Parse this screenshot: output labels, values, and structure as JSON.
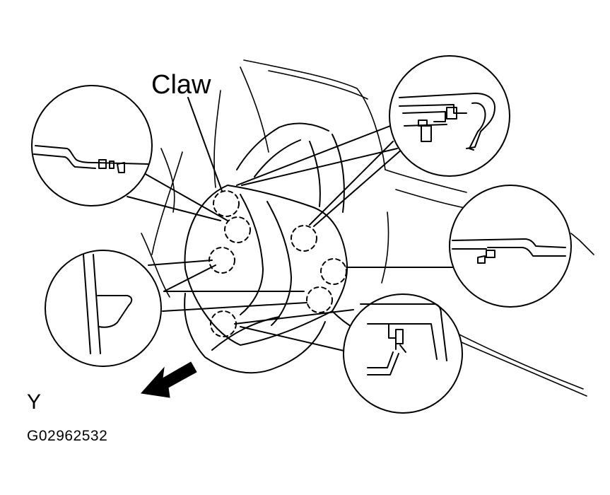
{
  "labels": {
    "claw": "Claw",
    "view": "Y",
    "figure_code": "G02962532"
  },
  "colors": {
    "ink": "#000000",
    "paper": "#ffffff"
  }
}
